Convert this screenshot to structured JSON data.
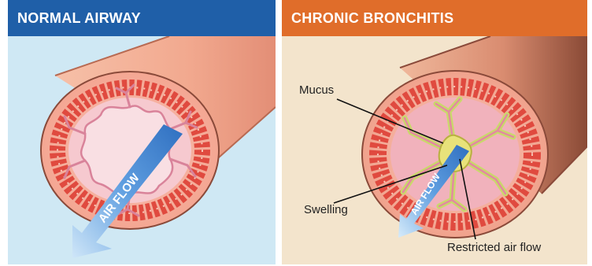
{
  "panels": {
    "normal": {
      "title": "NORMAL AIRWAY",
      "arrow_label": "AIR FLOW"
    },
    "bronchitis": {
      "title": "CHRONIC BRONCHITIS",
      "arrow_label": "AIR FLOW",
      "labels": {
        "mucus": "Mucus",
        "swelling": "Swelling",
        "restricted": "Restricted air flow"
      }
    }
  },
  "colors": {
    "normal_banner": "#1f5fa8",
    "bronchitis_banner": "#e06d2a",
    "normal_background": "#cfe8f4",
    "bronchitis_background": "#f3e4cc",
    "tube_outer": "#f2a98f",
    "muscle_ring": "#e5554a",
    "lumen_tissue": "#f4b9c4",
    "mucus": "#c9d96a",
    "arrow": "#4f8fd6"
  }
}
